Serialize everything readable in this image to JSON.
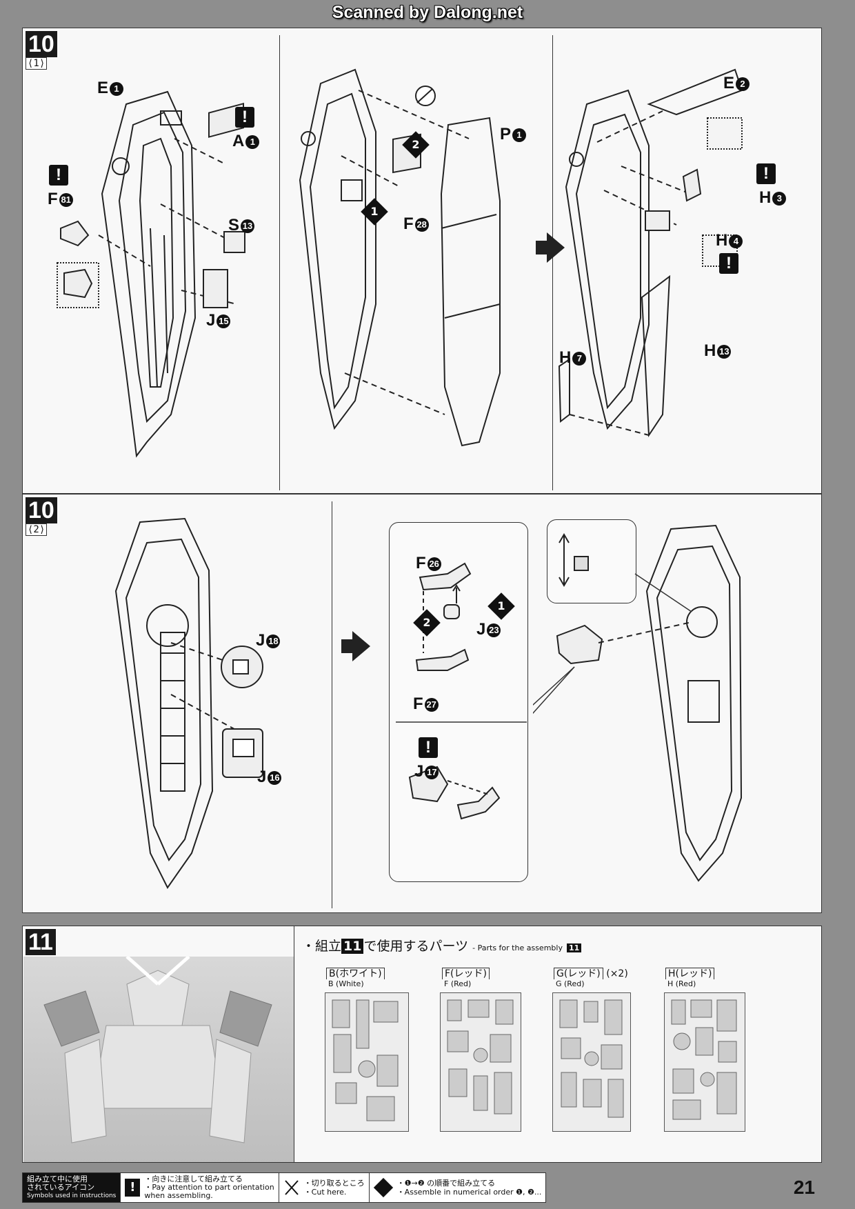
{
  "watermark": "Scanned by Dalong.net",
  "step10_1": {
    "step_number": "10",
    "sub": "⟨1⟩",
    "labels": {
      "e1": "E",
      "e1_n": "1",
      "a1": "A",
      "a1_n": "1",
      "s13": "S",
      "s13_n": "13",
      "f81": "F",
      "f81_n": "81",
      "j15": "J",
      "j15_n": "15",
      "p1": "P",
      "p1_n": "1",
      "f28": "F",
      "f28_n": "28",
      "e2": "E",
      "e2_n": "2",
      "h3": "H",
      "h3_n": "3",
      "h4": "H",
      "h4_n": "4",
      "h7": "H",
      "h7_n": "7",
      "h13": "H",
      "h13_n": "13"
    },
    "order1": "1",
    "order2": "2"
  },
  "step10_2": {
    "step_number": "10",
    "sub": "⟨2⟩",
    "labels": {
      "j18": "J",
      "j18_n": "18",
      "j16": "J",
      "j16_n": "16",
      "f26": "F",
      "f26_n": "26",
      "j23": "J",
      "j23_n": "23",
      "f27": "F",
      "f27_n": "27",
      "j17": "J",
      "j17_n": "17"
    },
    "order1": "1",
    "order2": "2"
  },
  "step11": {
    "step_number": "11",
    "parts_title_pre": "・組立",
    "parts_title_num": "11",
    "parts_title_post": "で使用するパーツ",
    "parts_title_en": "- Parts for the assembly",
    "parts_title_en_num": "11",
    "runners": [
      {
        "jp": "B(ホワイト)",
        "en": "B (White)",
        "qty": ""
      },
      {
        "jp": "F(レッド)",
        "en": "F (Red)",
        "qty": ""
      },
      {
        "jp": "G(レッド)",
        "en": "G (Red)",
        "qty": "(×2)"
      },
      {
        "jp": "H(レッド)",
        "en": "H (Red)",
        "qty": ""
      }
    ]
  },
  "legend": {
    "head_jp1": "組み立て中に使用",
    "head_jp2": "されているアイコン",
    "head_en": "Symbols used in instructions",
    "attention_jp": "・向きに注意して組み立てる",
    "attention_en1": "・Pay attention to part orientation",
    "attention_en2": "when assembling.",
    "cut_jp": "・切り取るところ",
    "cut_en": "・Cut here.",
    "order_jp": "・❶→❷ の順番で組み立てる",
    "order_en": "・Assemble in numerical order ❶, ❷..."
  },
  "page_number": "21",
  "icons": {
    "warning": "exclamation-icon",
    "cut": "nipper-icon",
    "order": "order-diamond-icon"
  }
}
